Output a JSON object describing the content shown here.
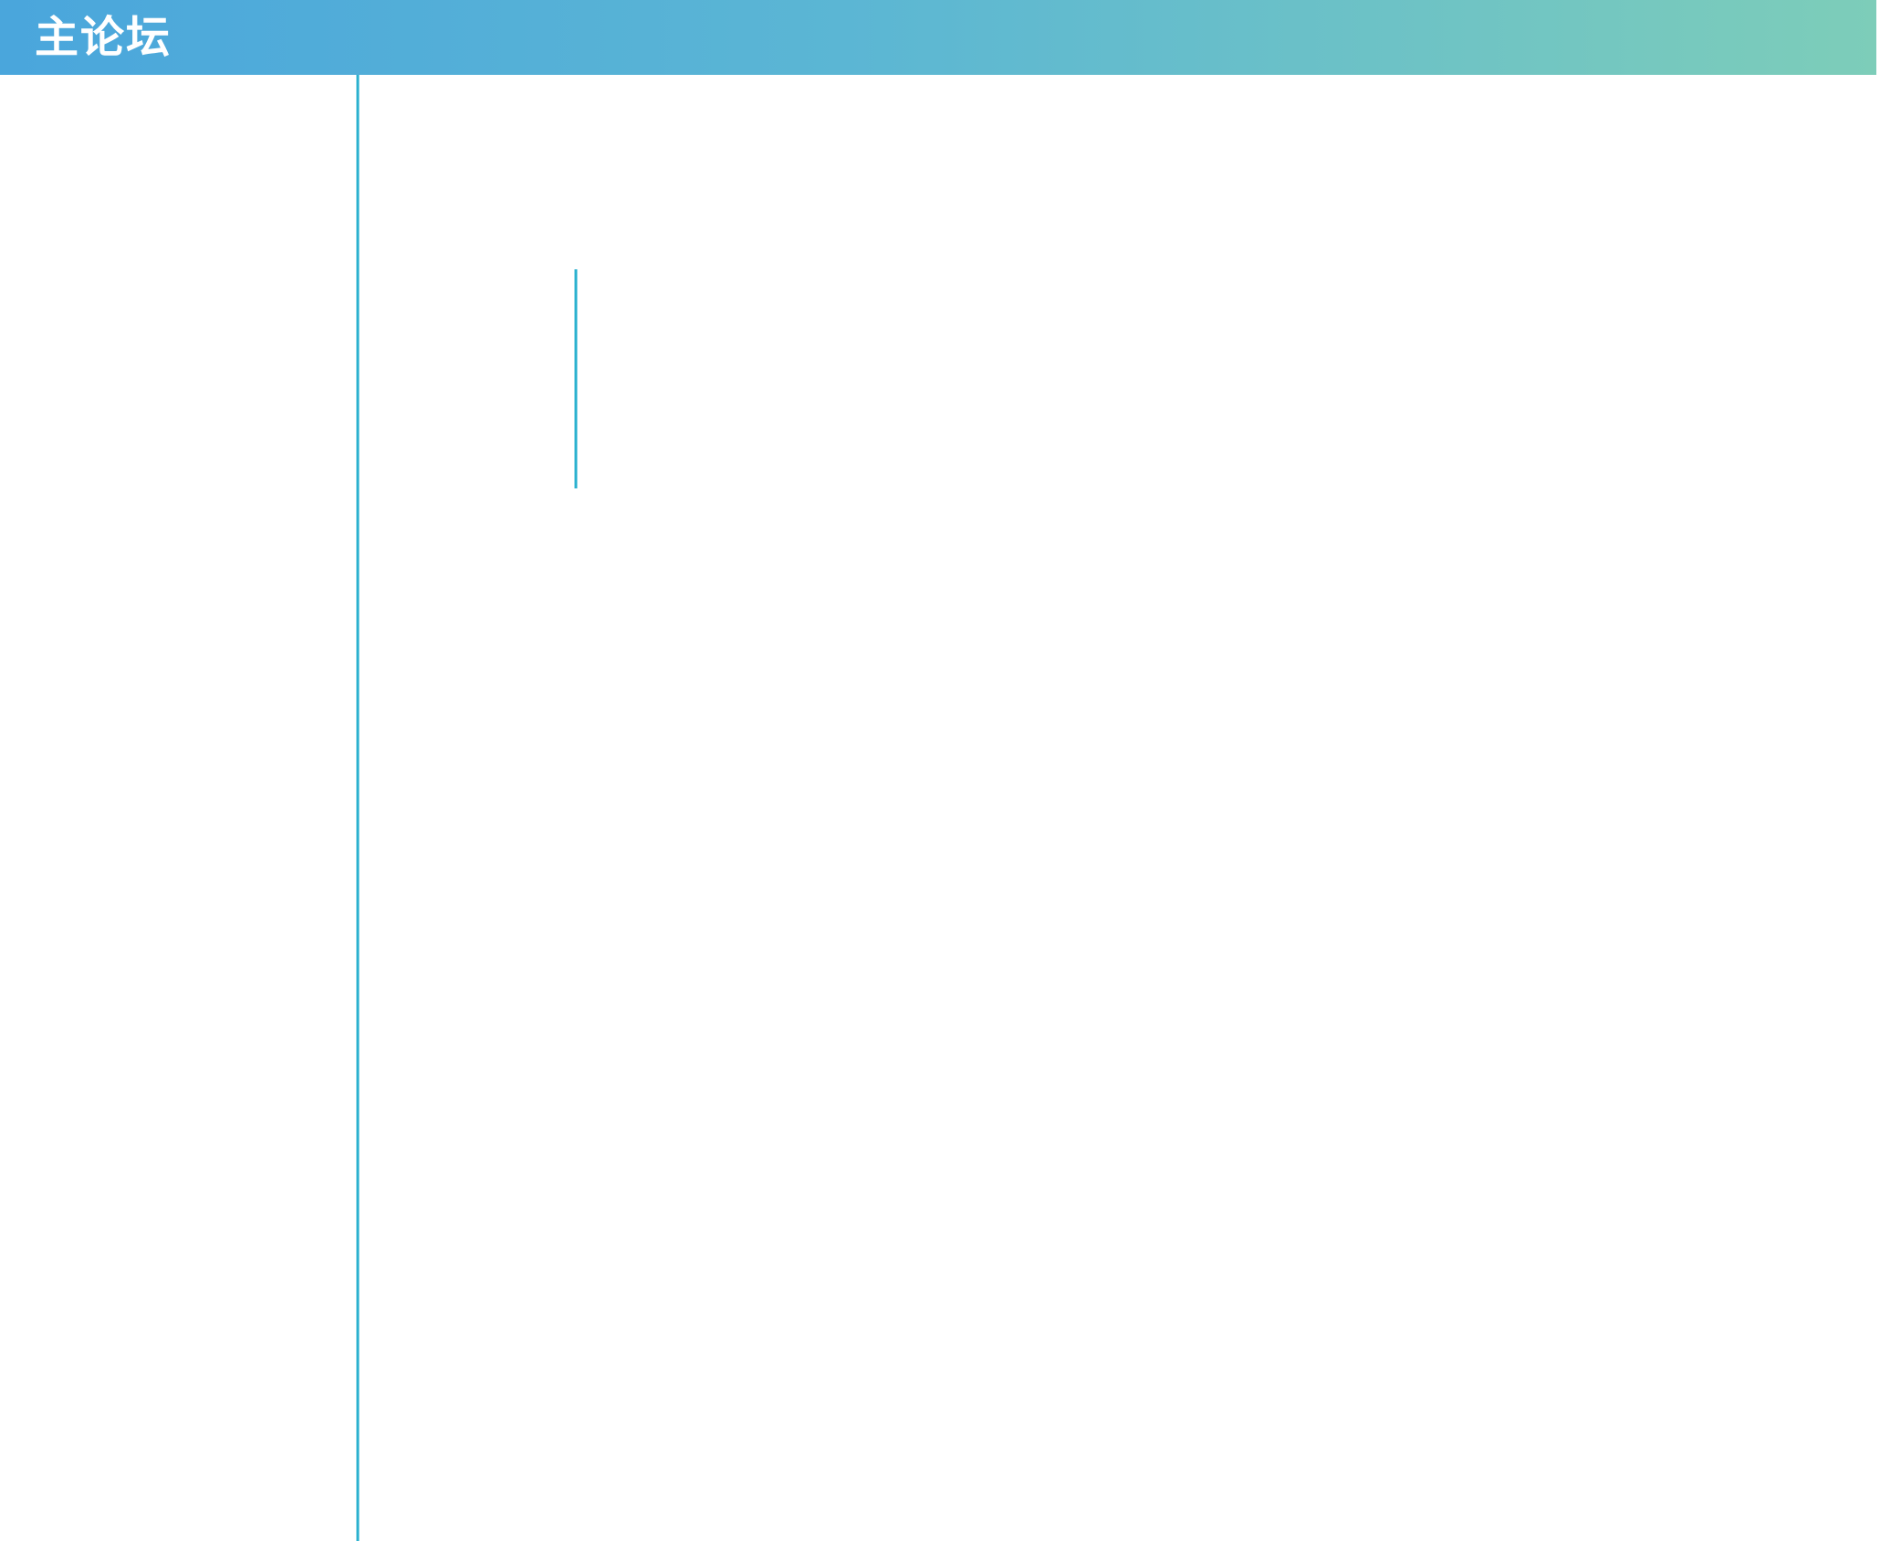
{
  "header": {
    "title": "主论坛"
  },
  "colors": {
    "header_gradient_start": "#4aa6dc",
    "header_gradient_end": "#7dcdb9",
    "table_line": "#2bb1cf"
  },
  "table": {
    "row_count": 12,
    "label_column": "empty",
    "content_column": "empty"
  }
}
